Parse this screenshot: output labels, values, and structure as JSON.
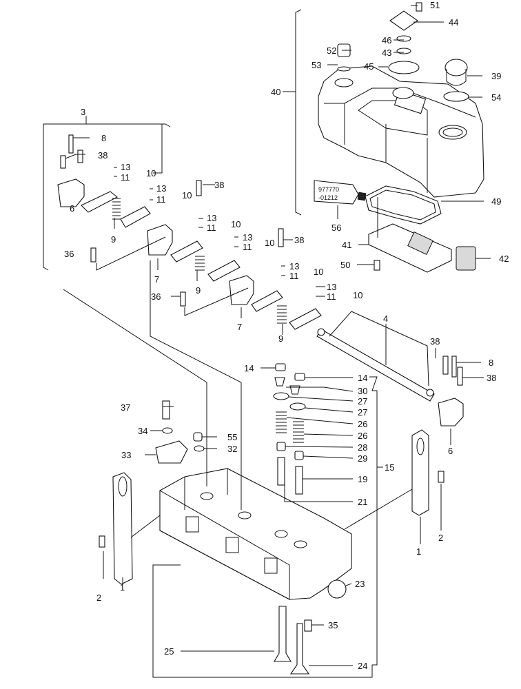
{
  "callouts": {
    "c1a": "1",
    "c1b": "1",
    "c2a": "2",
    "c2b": "2",
    "c3": "3",
    "c4": "4",
    "c6a": "6",
    "c6b": "6",
    "c7a": "7",
    "c7b": "7",
    "c8a": "8",
    "c8b": "8",
    "c9a": "9",
    "c9b": "9",
    "c9c": "9",
    "c10a": "10",
    "c10b": "10",
    "c10c": "10",
    "c10d": "10",
    "c10e": "10",
    "c10f": "10",
    "c11a": "11",
    "c11b": "11",
    "c11c": "11",
    "c11d": "11",
    "c11e": "11",
    "c11f": "11",
    "c13a": "13",
    "c13b": "13",
    "c13c": "13",
    "c13d": "13",
    "c13e": "13",
    "c13f": "13",
    "c14a": "14",
    "c14b": "14",
    "c15": "15",
    "c19": "19",
    "c21": "21",
    "c23": "23",
    "c24": "24",
    "c25": "25",
    "c26a": "26",
    "c26b": "26",
    "c27a": "27",
    "c27b": "27",
    "c28": "28",
    "c29": "29",
    "c30": "30",
    "c32": "32",
    "c33": "33",
    "c34": "34",
    "c35": "35",
    "c36a": "36",
    "c36b": "36",
    "c37": "37",
    "c38a": "38",
    "c38b": "38",
    "c38c": "38",
    "c38d": "38",
    "c38e": "38",
    "c39": "39",
    "c40": "40",
    "c41": "41",
    "c42": "42",
    "c43": "43",
    "c44": "44",
    "c45": "45",
    "c46": "46",
    "c49": "49",
    "c50": "50",
    "c51": "51",
    "c52": "52",
    "c53": "53",
    "c54": "54",
    "c55": "55",
    "c56": "56"
  },
  "sealant_tube": {
    "line1": "977770",
    "line2": "-01212"
  }
}
